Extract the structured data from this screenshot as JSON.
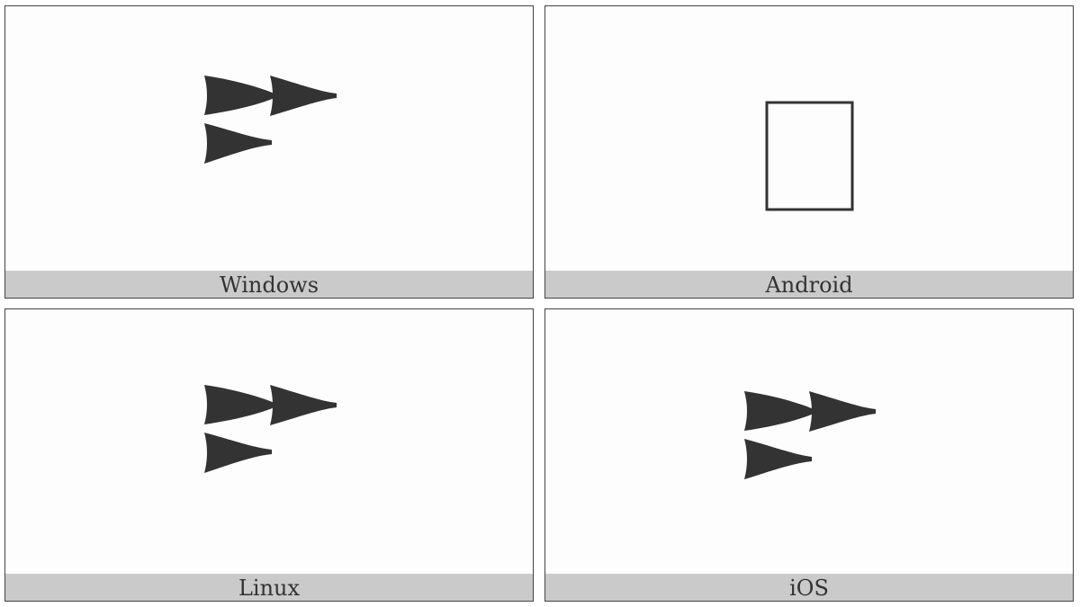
{
  "colors": {
    "glyph": "#333333",
    "label_bar": "#cacaca",
    "panel_border": "#444444",
    "panel_bg": "#fdfdfd"
  },
  "panels": [
    {
      "label": "Windows",
      "glyph": "cuneiform-arrows-icon"
    },
    {
      "label": "Android",
      "glyph": "missing-glyph-box-icon"
    },
    {
      "label": "Linux",
      "glyph": "cuneiform-arrows-icon"
    },
    {
      "label": "iOS",
      "glyph": "cuneiform-arrows-icon"
    }
  ]
}
